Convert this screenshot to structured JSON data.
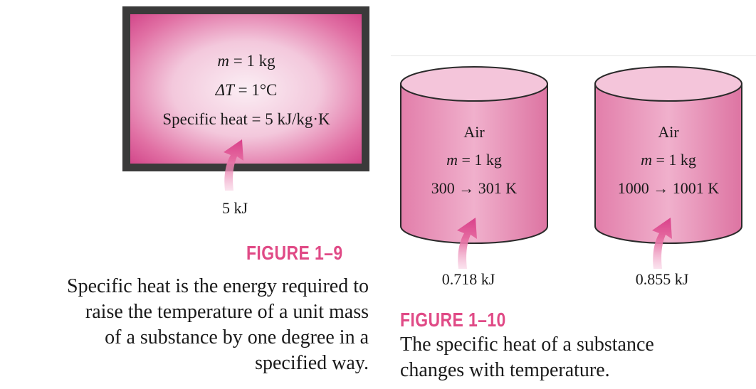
{
  "figure_1_9": {
    "box_lines": {
      "mass_var": "m",
      "mass_rest": " = 1 kg",
      "delta_t": "ΔT",
      "delta_t_rest": " = 1°C",
      "specific_heat": "Specific heat = 5 kJ/kg·K"
    },
    "heat_in": "5 kJ",
    "title": "FIGURE 1–9",
    "caption_lines": [
      "Specific heat is the energy required to",
      "raise the temperature of a unit mass",
      "of a substance by one degree in a",
      "specified way."
    ]
  },
  "figure_1_10": {
    "tank_left": {
      "substance": "Air",
      "mass_var": "m",
      "mass_rest": " = 1 kg",
      "temp_change": "300 → 301 K",
      "heat_in": "0.718 kJ"
    },
    "tank_right": {
      "substance": "Air",
      "mass_var": "m",
      "mass_rest": " = 1 kg",
      "temp_change": "1000 → 1001 K",
      "heat_in": "0.855 kJ"
    },
    "title": "FIGURE 1–10",
    "caption_lines": [
      "The specific heat of a substance",
      "changes with temperature."
    ]
  },
  "colors": {
    "accent": "#e04a86",
    "tank_fill": "#ec9cc0",
    "box_frame": "#3a3a3a"
  }
}
